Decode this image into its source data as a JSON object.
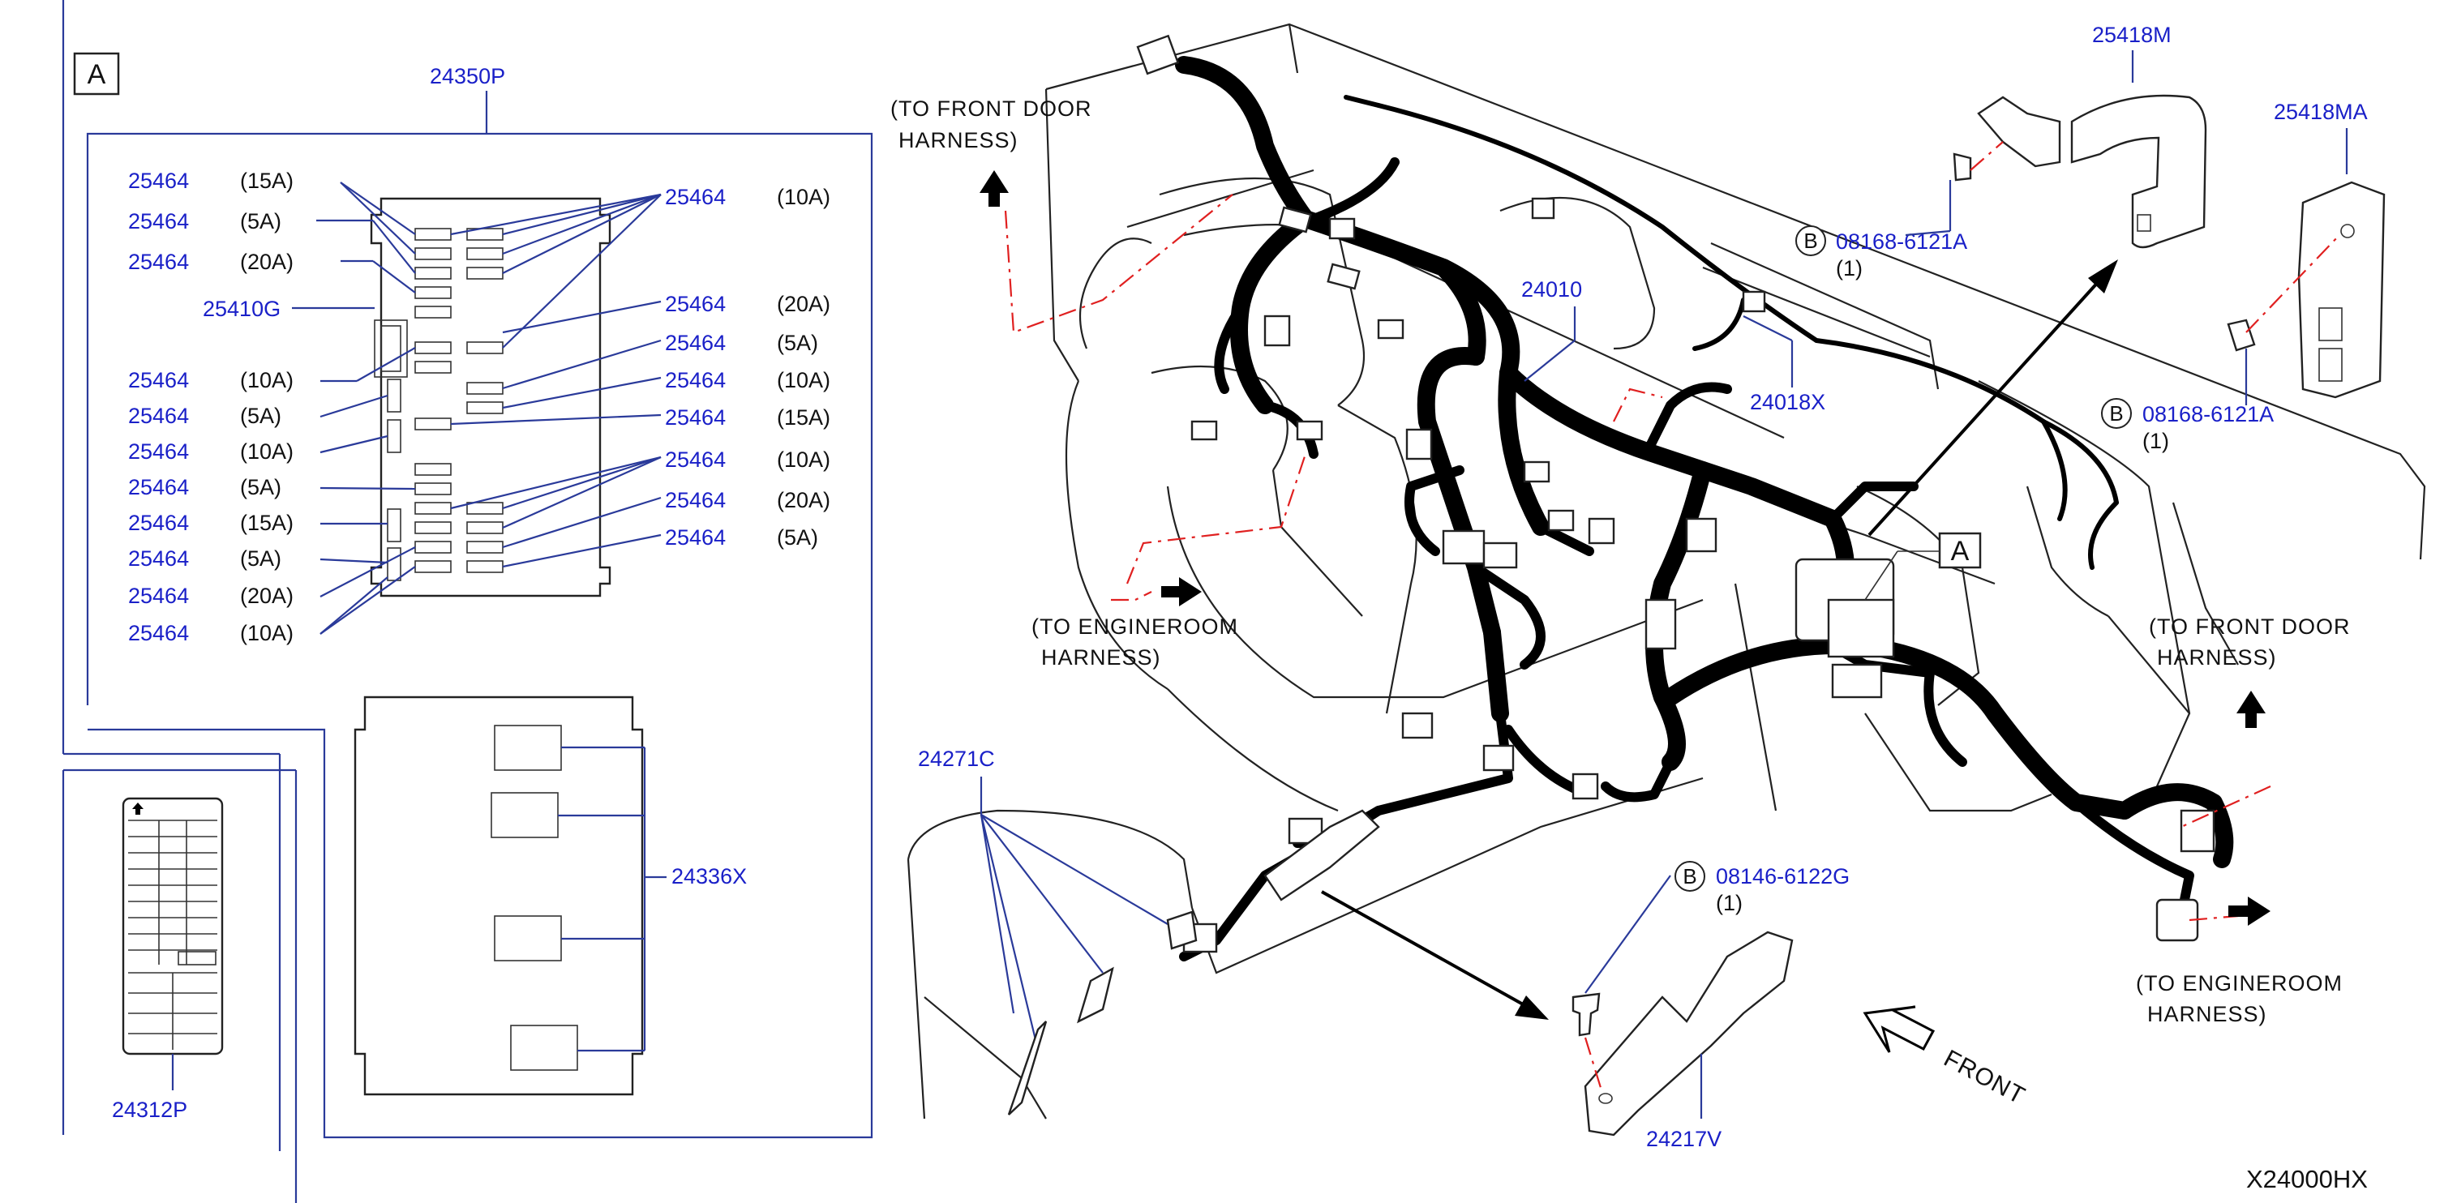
{
  "diagram_code": "X24000HX",
  "view_marker": "A",
  "callout_letter": "B",
  "parts": {
    "fuse_block": "24350P",
    "fuse": "25464",
    "fusible_link": "25410G",
    "relay": "24336X",
    "label": "24312P",
    "main_harness": "24010",
    "sub_harness": "24018X",
    "bracket_left": "24271C",
    "bracket_lower": "24217V",
    "bracket_upper": "25418M",
    "bracket_upper_alt": "25418MA",
    "bolt_1": "08168-6121A",
    "bolt_2": "08168-6121A",
    "bolt_3": "08146-6122G"
  },
  "qty": "(1)",
  "fuse_left": [
    {
      "pn": "25464",
      "amp": "(15A)"
    },
    {
      "pn": "25464",
      "amp": "(5A)"
    },
    {
      "pn": "25464",
      "amp": "(20A)"
    },
    {
      "pn": "25410G",
      "amp": ""
    },
    {
      "pn": "25464",
      "amp": "(10A)"
    },
    {
      "pn": "25464",
      "amp": "(5A)"
    },
    {
      "pn": "25464",
      "amp": "(10A)"
    },
    {
      "pn": "25464",
      "amp": "(5A)"
    },
    {
      "pn": "25464",
      "amp": "(15A)"
    },
    {
      "pn": "25464",
      "amp": "(5A)"
    },
    {
      "pn": "25464",
      "amp": "(20A)"
    },
    {
      "pn": "25464",
      "amp": "(10A)"
    }
  ],
  "fuse_right": [
    {
      "pn": "25464",
      "amp": "(10A)"
    },
    {
      "pn": "25464",
      "amp": "(20A)"
    },
    {
      "pn": "25464",
      "amp": "(5A)"
    },
    {
      "pn": "25464",
      "amp": "(10A)"
    },
    {
      "pn": "25464",
      "amp": "(15A)"
    },
    {
      "pn": "25464",
      "amp": "(10A)"
    },
    {
      "pn": "25464",
      "amp": "(20A)"
    },
    {
      "pn": "25464",
      "amp": "(5A)"
    }
  ],
  "notes": {
    "front_door_1_l1": "(TO   FRONT   DOOR",
    "front_door_1_l2": "HARNESS)",
    "engine_1_l1": "(TO    ENGINEROOM",
    "engine_1_l2": "HARNESS)",
    "front_door_2_l1": "(TO   FRONT   DOOR",
    "front_door_2_l2": "HARNESS)",
    "engine_2_l1": "(TO    ENGINEROOM",
    "engine_2_l2": "HARNESS)",
    "front": "FRONT"
  }
}
